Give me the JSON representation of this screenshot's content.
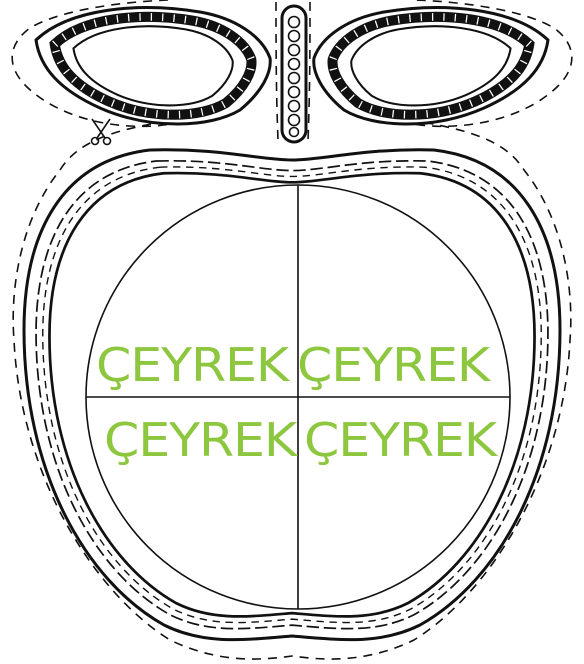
{
  "worksheet": {
    "quarter_labels": [
      "ÇEYREK",
      "ÇEYREK",
      "ÇEYREK",
      "ÇEYREK"
    ]
  },
  "colors": {
    "label": "#8dc63f",
    "ink": "#111111",
    "paper": "#ffffff"
  },
  "icons": {
    "cut_marker": "scissors-icon"
  }
}
